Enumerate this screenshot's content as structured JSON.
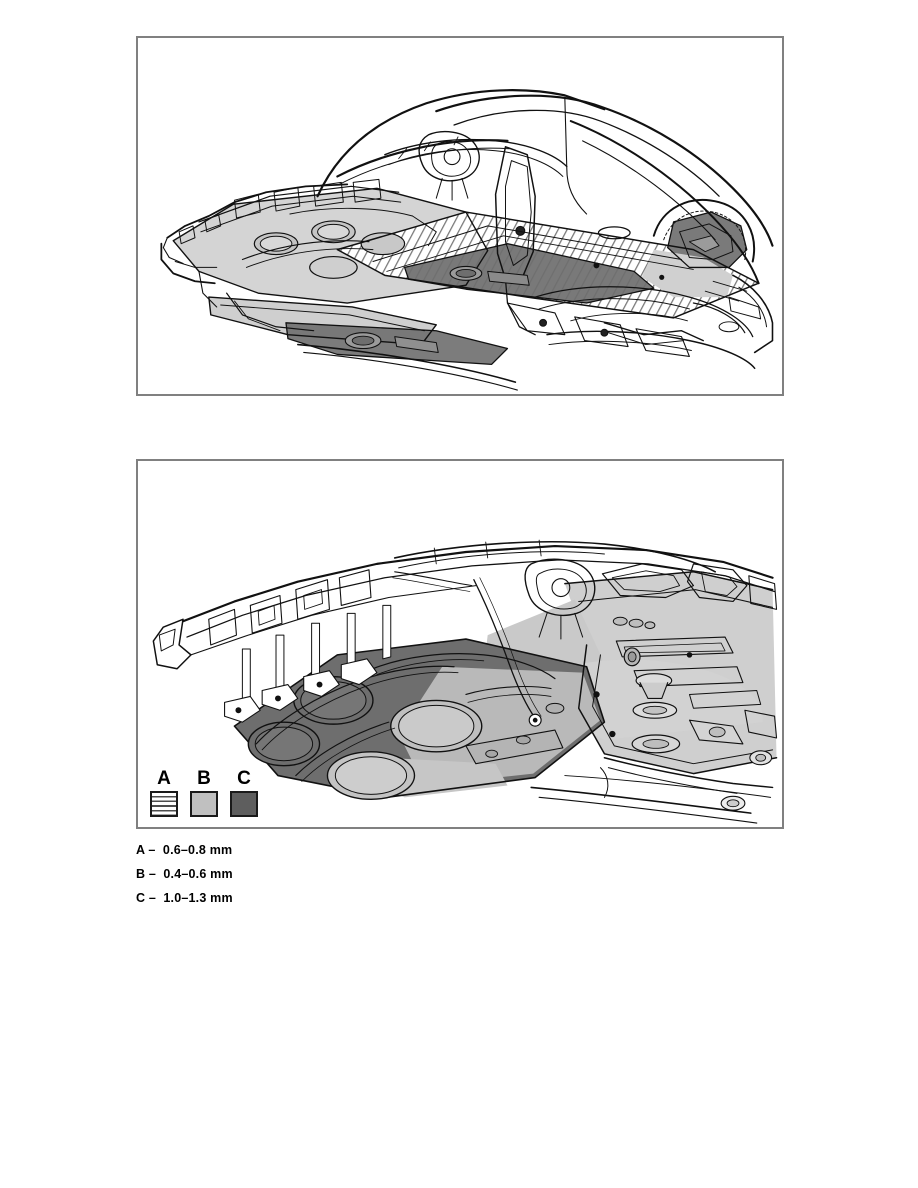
{
  "document": {
    "type": "technical-service-illustration",
    "page_background": "#ffffff",
    "frame_border_color": "#808080"
  },
  "figures": [
    {
      "id": "figure-1",
      "name": "vehicle-underbody-overview",
      "alt": "Vehicle body shell viewed from underside, front left three-quarter angle, showing floor pan, sills, tunnel, rear wheel arch and body side with coated zones",
      "zones": [
        {
          "code": "A",
          "fill": "hatch",
          "region": "rear floor pan / tunnel area"
        },
        {
          "code": "B",
          "fill": "#c8c8c8",
          "region": "front floor pan and sill sections"
        },
        {
          "code": "C",
          "fill": "#6e6e6e",
          "region": "rear wheel arch and side member"
        }
      ]
    },
    {
      "id": "figure-2",
      "name": "vehicle-underbody-detail",
      "alt": "Close-up of vehicle underbody front section showing front floor panel with circular drain apertures, side members and rear floor area with coated zones",
      "zones": [
        {
          "code": "B",
          "fill": "#c8c8c8",
          "region": "rear floor and wheel house area"
        },
        {
          "code": "C",
          "fill": "#6e6e6e",
          "region": "front floor panel with apertures"
        }
      ]
    }
  ],
  "legend": {
    "name": "thickness-legend",
    "items": [
      {
        "letter": "A",
        "swatch": "hatched",
        "swatch_color": "#ffffff"
      },
      {
        "letter": "B",
        "swatch": "solid",
        "swatch_color": "#c0c0c0"
      },
      {
        "letter": "C",
        "swatch": "solid",
        "swatch_color": "#5e5e5e"
      }
    ]
  },
  "captions": [
    "A –  0.6–0.8 mm",
    "B –  0.4–0.6 mm",
    "C –  1.0–1.3 mm"
  ]
}
